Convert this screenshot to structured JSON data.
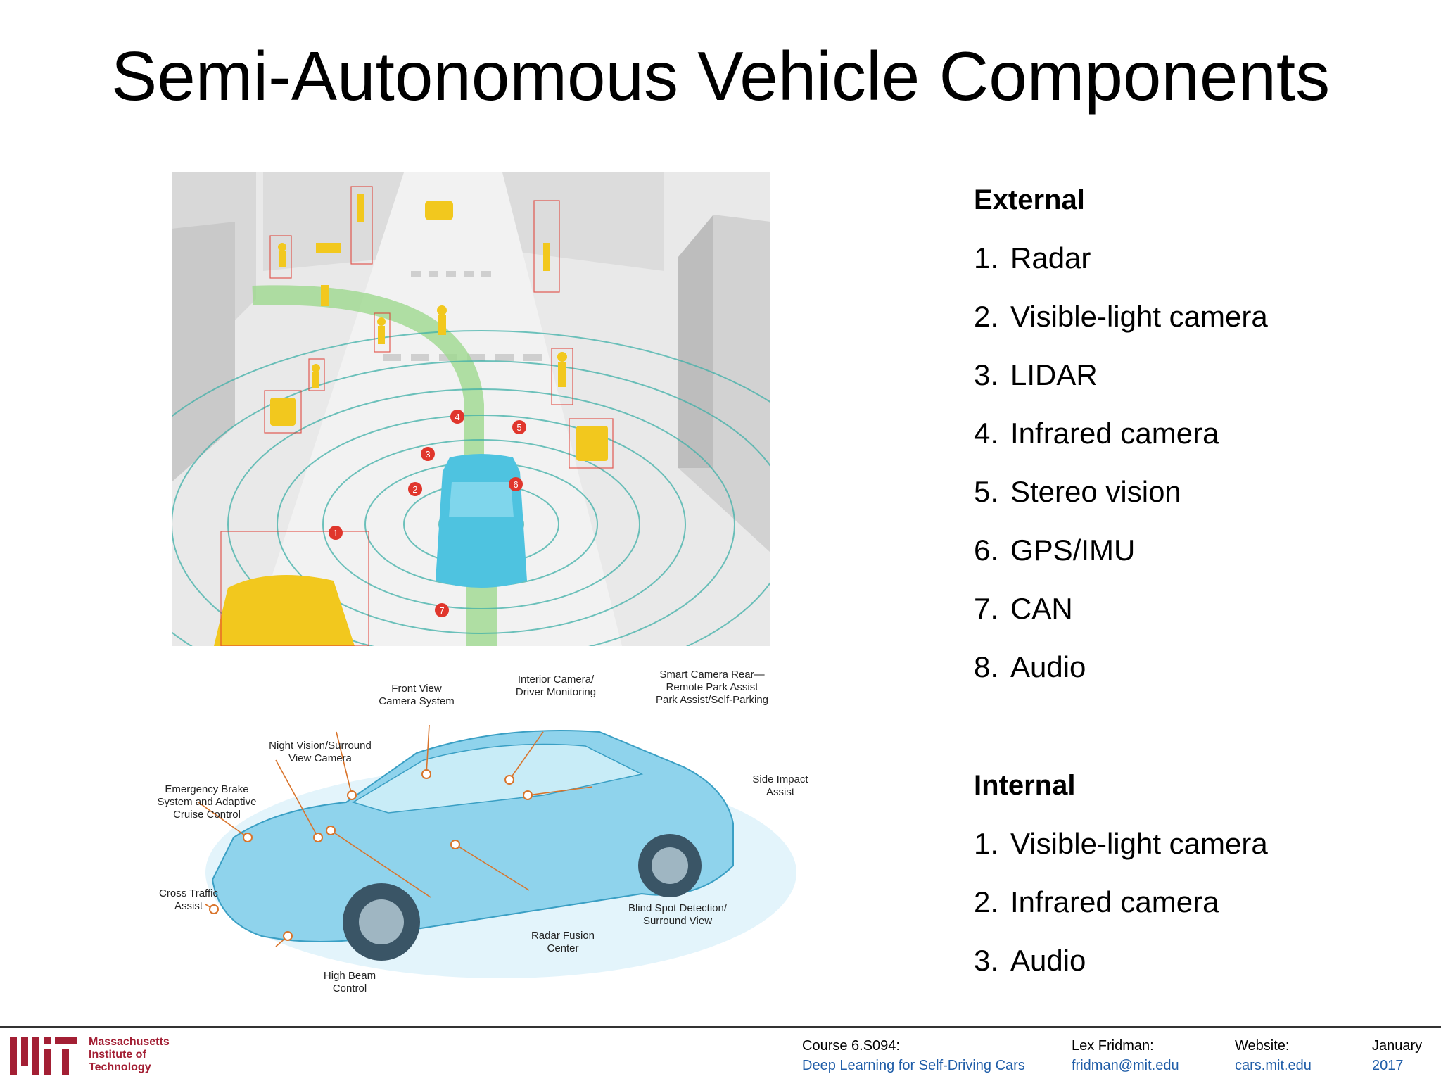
{
  "slide": {
    "title": "Semi-Autonomous Vehicle Components"
  },
  "external": {
    "heading": "External",
    "items": [
      {
        "num": "1.",
        "label": "Radar"
      },
      {
        "num": "2.",
        "label": "Visible-light camera"
      },
      {
        "num": "3.",
        "label": "LIDAR"
      },
      {
        "num": "4.",
        "label": "Infrared camera"
      },
      {
        "num": "5.",
        "label": "Stereo vision"
      },
      {
        "num": "6.",
        "label": "GPS/IMU"
      },
      {
        "num": "7.",
        "label": "CAN"
      },
      {
        "num": "8.",
        "label": "Audio"
      }
    ]
  },
  "internal": {
    "heading": "Internal",
    "items": [
      {
        "num": "1.",
        "label": "Visible-light camera"
      },
      {
        "num": "2.",
        "label": "Infrared camera"
      },
      {
        "num": "3.",
        "label": "Audio"
      }
    ]
  },
  "street_scene": {
    "markers": [
      "1",
      "2",
      "3",
      "4",
      "5",
      "6",
      "7"
    ]
  },
  "car_diagram": {
    "labels": {
      "front_view_1": "Front View",
      "front_view_2": "Camera System",
      "interior_1": "Interior Camera/",
      "interior_2": "Driver Monitoring",
      "smart_rear_1": "Smart Camera Rear—",
      "smart_rear_2": "Remote Park Assist",
      "smart_rear_3": "Park Assist/Self-Parking",
      "night_vision_1": "Night Vision/Surround",
      "night_vision_2": "View Camera",
      "emergency_1": "Emergency Brake",
      "emergency_2": "System and Adaptive",
      "emergency_3": "Cruise Control",
      "side_impact_1": "Side Impact",
      "side_impact_2": "Assist",
      "cross_traffic_1": "Cross Traffic",
      "cross_traffic_2": "Assist",
      "blind_spot_1": "Blind Spot Detection/",
      "blind_spot_2": "Surround View",
      "radar_fusion_1": "Radar Fusion",
      "radar_fusion_2": "Center",
      "high_beam_1": "High Beam",
      "high_beam_2": "Control"
    }
  },
  "footer": {
    "institute_line1": "Massachusetts",
    "institute_line2": "Institute of",
    "institute_line3": "Technology",
    "course_label": "Course 6.S094:",
    "course_value": "Deep Learning for Self-Driving Cars",
    "author_label": "Lex Fridman:",
    "author_value": "fridman@mit.edu",
    "website_label": "Website:",
    "website_value": "cars.mit.edu",
    "date_month": "January",
    "date_year": "2017"
  },
  "colors": {
    "accent_blue": "#1f5da8",
    "mit_red": "#a31f34",
    "marker_red": "#e0362c",
    "car_blue": "#4ec3e0",
    "object_yellow": "#f2c81e"
  }
}
